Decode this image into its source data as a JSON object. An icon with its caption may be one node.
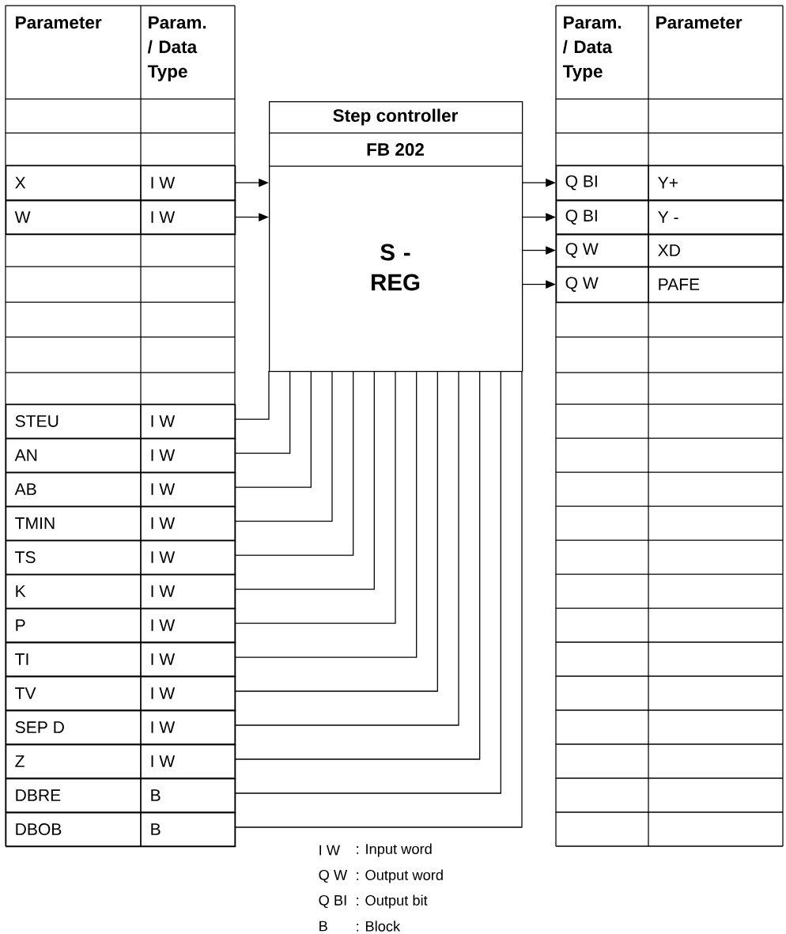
{
  "diagram": {
    "nodes": [
      {
        "text": [
          "X",
          "I W"
        ]
      },
      {
        "text": [
          "W",
          "I W"
        ]
      },
      {
        "text": [
          "STEU",
          "I W"
        ]
      },
      {
        "text": [
          "AN",
          "I W"
        ]
      },
      {
        "text": [
          "AB",
          "I W"
        ]
      },
      {
        "text": [
          "TMIN",
          "I W"
        ]
      },
      {
        "text": [
          "TS",
          "I W"
        ]
      },
      {
        "text": [
          "K",
          "I W"
        ]
      },
      {
        "text": [
          "P",
          "I W"
        ]
      },
      {
        "text": [
          "TI",
          "I W"
        ]
      },
      {
        "text": [
          "TV",
          "I W"
        ]
      },
      {
        "text": [
          "SEP D",
          "I W"
        ]
      },
      {
        "text": [
          "Z",
          "I W"
        ]
      },
      {
        "text": [
          "DBRE",
          "B"
        ]
      },
      {
        "text": [
          "DBOB",
          "B"
        ]
      },
      {
        "text": [
          "Step controller",
          "FB 202",
          "S - REG"
        ]
      },
      {
        "text": [
          "Q BI",
          "Y+"
        ]
      },
      {
        "text": [
          "Q BI",
          "Y -"
        ]
      },
      {
        "text": [
          "Q W",
          "XD"
        ]
      },
      {
        "text": [
          "Q W",
          "PAFE"
        ]
      }
    ],
    "edges": [
      {
        "from": 0,
        "to": 15,
        "arrow": "to"
      },
      {
        "from": 1,
        "to": 15,
        "arrow": "to"
      },
      {
        "from": 15,
        "to": 16,
        "arrow": "to"
      },
      {
        "from": 15,
        "to": 17,
        "arrow": "to"
      },
      {
        "from": 15,
        "to": 18,
        "arrow": "to"
      },
      {
        "from": 15,
        "to": 19,
        "arrow": "to"
      },
      {
        "from": 2,
        "to": 15,
        "arrow": "none"
      },
      {
        "from": 3,
        "to": 15,
        "arrow": "none"
      },
      {
        "from": 4,
        "to": 15,
        "arrow": "none"
      },
      {
        "from": 5,
        "to": 15,
        "arrow": "none"
      },
      {
        "from": 6,
        "to": 15,
        "arrow": "none"
      },
      {
        "from": 7,
        "to": 15,
        "arrow": "none"
      },
      {
        "from": 8,
        "to": 15,
        "arrow": "none"
      },
      {
        "from": 9,
        "to": 15,
        "arrow": "none"
      },
      {
        "from": 10,
        "to": 15,
        "arrow": "none"
      },
      {
        "from": 11,
        "to": 15,
        "arrow": "none"
      },
      {
        "from": 12,
        "to": 15,
        "arrow": "none"
      },
      {
        "from": 13,
        "to": 15,
        "arrow": "none"
      },
      {
        "from": 14,
        "to": 15,
        "arrow": "none"
      }
    ],
    "labels": [
      "Parameter",
      "Param. / Data Type",
      "Param. / Data Type",
      "Parameter",
      "I W",
      ": Input word",
      "Q W",
      ": Output word",
      "Q BI",
      ": Output bit",
      "B",
      ": Block"
    ]
  }
}
